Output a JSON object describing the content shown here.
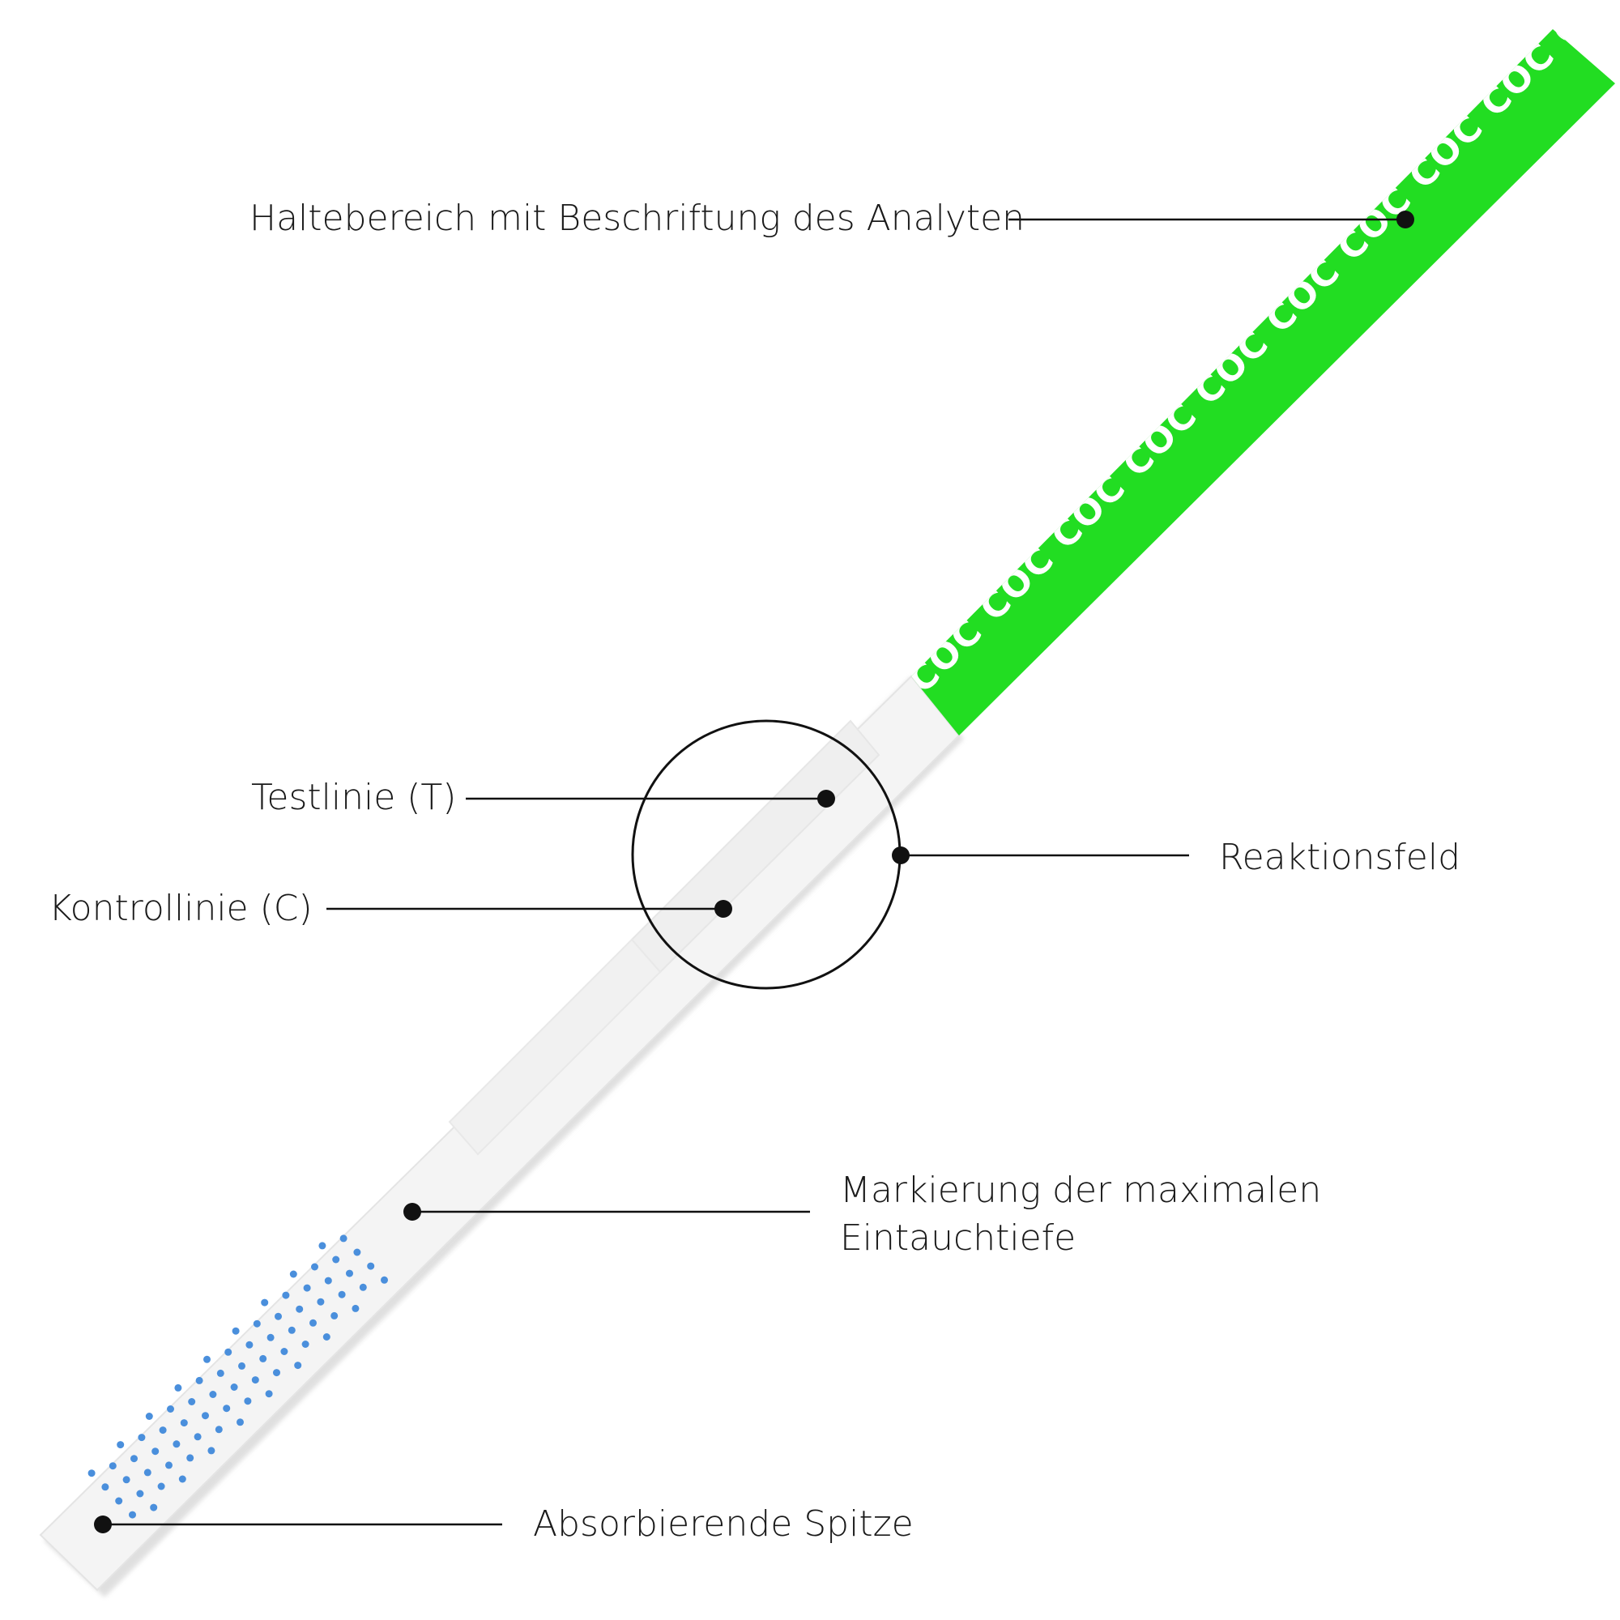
{
  "strip": {
    "analyte_text": "COC",
    "colors": {
      "holding_area": "#22dd22",
      "strip_body": "#f4f4f4",
      "strip_edge": "#e2e2e2",
      "dots": "#4a8fdc",
      "analyte_text": "#ffffff",
      "leader_lines": "#111111"
    }
  },
  "labels": {
    "holding_area": "Haltebereich mit Beschriftung des Analyten",
    "test_line": "Testlinie (T)",
    "control_line": "Kontrollinie (C)",
    "reaction_field": "Reaktionsfeld",
    "max_depth_line1": "Markierung der maximalen",
    "max_depth_line2": "Eintauchtiefe",
    "absorbent_tip": "Absorbierende Spitze"
  }
}
